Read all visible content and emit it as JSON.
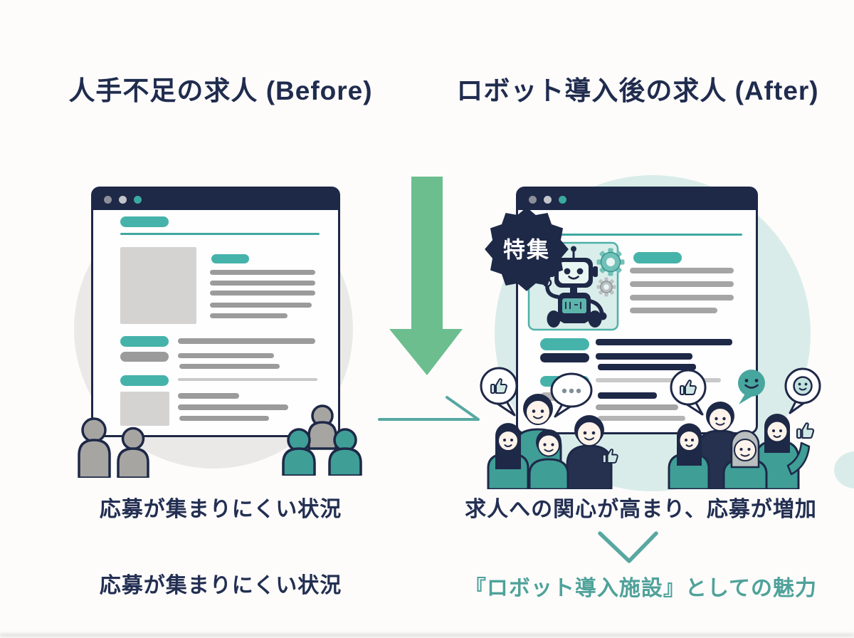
{
  "page": {
    "background": "#fdfcfb",
    "palette": {
      "navy": "#1e2847",
      "teal_accent": "#3fa8a0",
      "teal_light_circle": "#d9ece9",
      "gray_circle": "#eae9e8",
      "green_arrow": "#6cbe8e",
      "gray_placeholder": "#9b9b9b",
      "teal_text": "#4fa29a"
    }
  },
  "titles": {
    "before": "人手不足の求人 (Before)",
    "after": "ロボット導入後の求人 (After)"
  },
  "badge": {
    "label": "特集"
  },
  "captions": {
    "before_status": "応募が集まりにくい状況",
    "before_status_repeat": "応募が集まりにくい状況",
    "after_status": "求人への関心が高まり、応募が増加",
    "after_appeal": "『ロボット導入施設』としての魅力"
  }
}
